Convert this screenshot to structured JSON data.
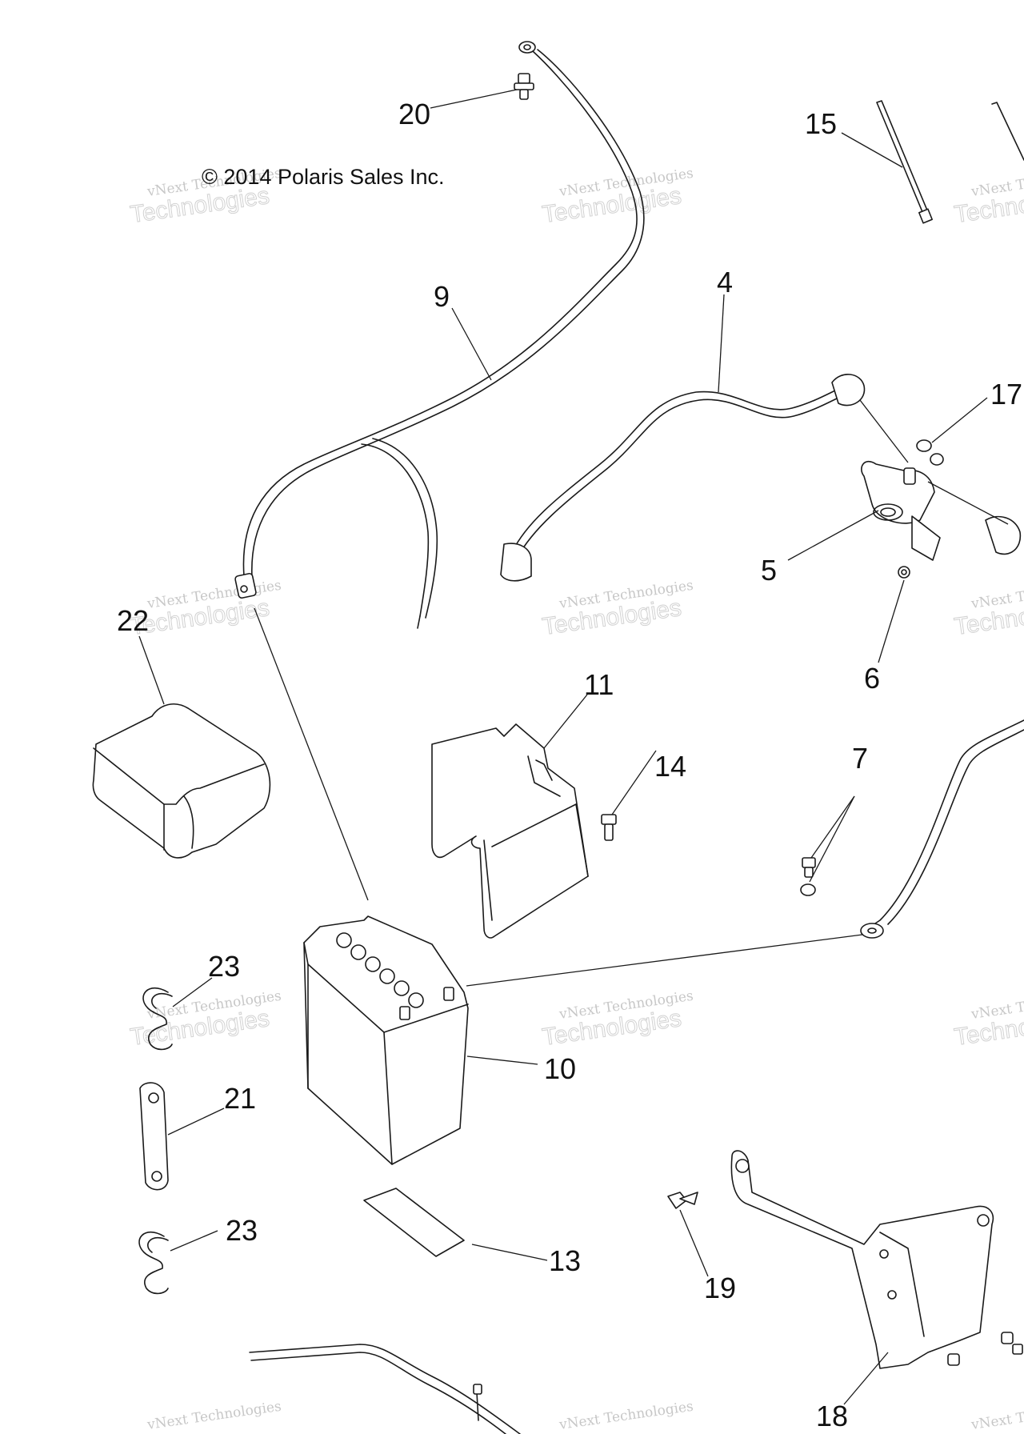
{
  "copyright": "© 2014 Polaris Sales Inc.",
  "watermark": {
    "line1": "vNext Technologies",
    "line2": "Technologies",
    "brand": "vNext"
  },
  "callouts": [
    "20",
    "15",
    "9",
    "4",
    "17",
    "5",
    "6",
    "22",
    "11",
    "14",
    "7",
    "23",
    "10",
    "21",
    "23",
    "13",
    "19",
    "18"
  ],
  "colors": {
    "line": "#1a1a1a",
    "background": "#ffffff",
    "watermark": "#9a9a9a"
  }
}
